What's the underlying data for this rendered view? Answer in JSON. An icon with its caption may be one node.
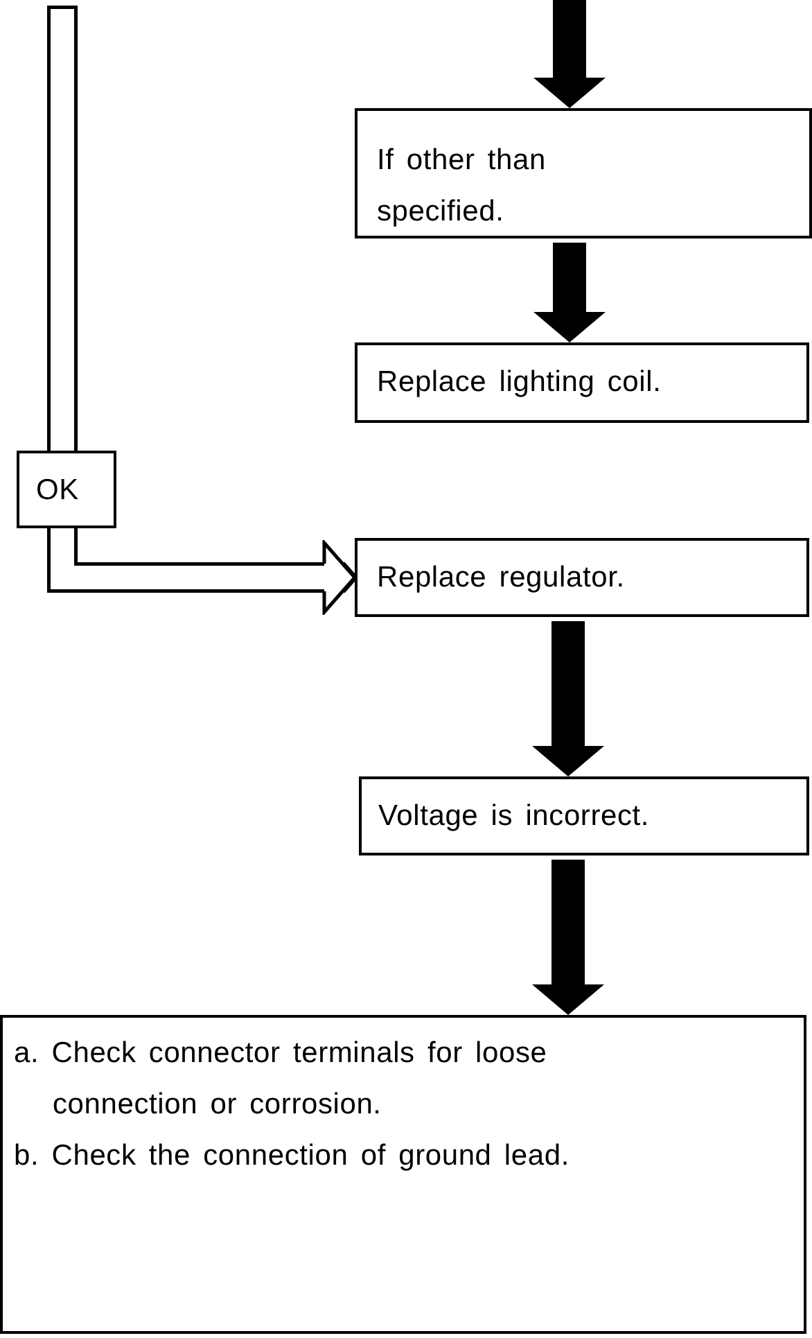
{
  "diagram": {
    "nodes": [
      {
        "text": [
          "If other than specified."
        ]
      },
      {
        "text": [
          "Replace lighting coil."
        ]
      },
      {
        "text": [
          "OK"
        ]
      },
      {
        "text": [
          "Replace regulator."
        ]
      },
      {
        "text": [
          "Voltage is incorrect."
        ]
      },
      {
        "text": [
          "a. Check connector terminals for loose connection or corrosion.",
          "b. Check the connection of ground lead."
        ]
      }
    ],
    "edges": [
      {
        "from": null,
        "to": 0,
        "arrow": "to",
        "style": "thick"
      },
      {
        "from": 0,
        "to": 1,
        "arrow": "to",
        "style": "thick"
      },
      {
        "from": null,
        "to": 2,
        "arrow": "none"
      },
      {
        "from": 2,
        "to": 3,
        "arrow": "to"
      },
      {
        "from": 3,
        "to": 4,
        "arrow": "to",
        "style": "thick"
      },
      {
        "from": 4,
        "to": 5,
        "arrow": "to",
        "style": "thick"
      }
    ]
  }
}
